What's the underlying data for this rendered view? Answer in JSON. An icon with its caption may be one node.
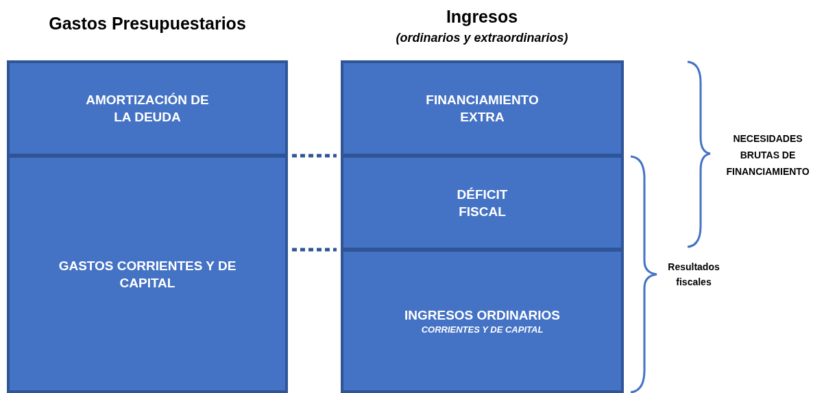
{
  "diagram": {
    "nodes": [
      {
        "text": [
          "AMORTIZACIÓN DE LA DEUDA"
        ]
      },
      {
        "text": [
          "GASTOS CORRIENTES Y DE CAPITAL"
        ]
      },
      {
        "text": [
          "FINANCIAMIENTO EXTRA"
        ]
      },
      {
        "text": [
          "DÉFICIT FISCAL"
        ]
      },
      {
        "text": [
          "INGRESOS ORDINARIOS",
          "CORRIENTES Y DE CAPITAL"
        ]
      }
    ],
    "labels": [
      "Gastos Presupuestarios",
      "Ingresos",
      "(ordinarios y extraordinarios)",
      "NECESIDADES BRUTAS DE FINANCIAMIENTO",
      "Resultados fiscales"
    ]
  }
}
